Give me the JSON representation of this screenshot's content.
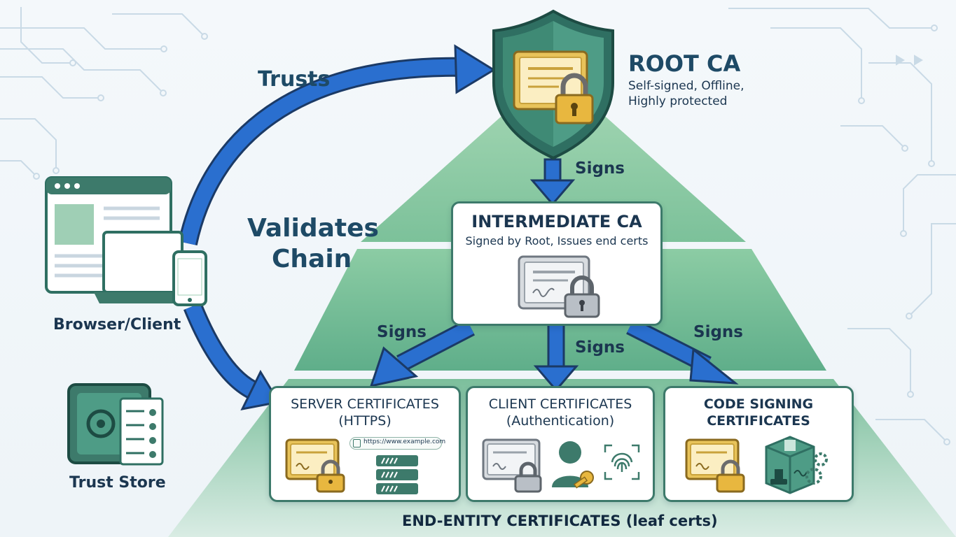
{
  "root_ca": {
    "title": "ROOT CA",
    "desc_line1": "Self-signed, Offline,",
    "desc_line2": "Highly protected"
  },
  "intermediate_ca": {
    "title": "INTERMEDIATE CA",
    "desc": "Signed by Root, Issues end certs"
  },
  "leaf_certs": {
    "server": {
      "title_line1": "SERVER CERTIFICATES",
      "title_line2": "(HTTPS)",
      "url": "https://www.example.com"
    },
    "client": {
      "title_line1": "CLIENT CERTIFICATES",
      "title_line2": "(Authentication)"
    },
    "code_signing": {
      "title_line1": "CODE SIGNING",
      "title_line2": "CERTIFICATES"
    }
  },
  "arrows": {
    "trusts": "Trusts",
    "validates_line1": "Validates",
    "validates_line2": "Chain",
    "signs_root_to_intermediate": "Signs",
    "signs_to_server": "Signs",
    "signs_to_client": "Signs",
    "signs_to_code": "Signs"
  },
  "client": {
    "label": "Browser/Client"
  },
  "trust_store": {
    "label": "Trust Store"
  },
  "footer": {
    "label": "END-ENTITY CERTIFICATES (leaf certs)"
  },
  "colors": {
    "pyramid_top": "#8fcaa3",
    "pyramid_bottom": "#5aa687",
    "arrow_blue": "#2a6fcf",
    "arrow_outline": "#1b3a66",
    "gold": "#e8c35a",
    "teal": "#3d7a6b"
  }
}
